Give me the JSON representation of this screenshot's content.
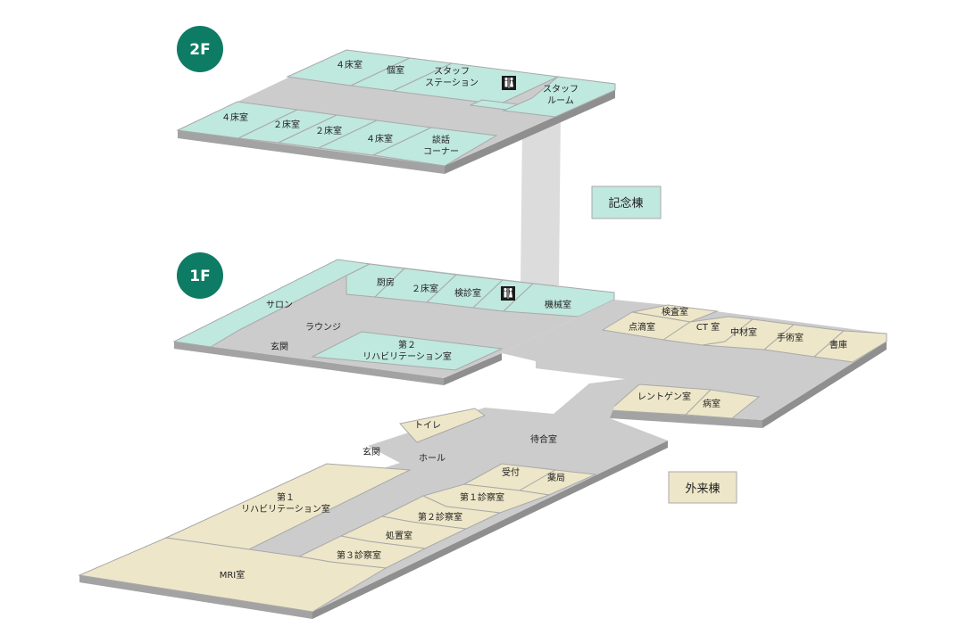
{
  "colors": {
    "memorial_room": "#bfe8de",
    "outpatient_room": "#ede6c8",
    "corridor": "#cccccc",
    "slab_side": "#9e9e9e",
    "slab_edge": "#b8b8b8",
    "room_border": "#a9a9a9",
    "bridge": "#dcdcdc",
    "badge": "#0e7b64"
  },
  "floors": {
    "f2": {
      "label": "2F"
    },
    "f1": {
      "label": "1F"
    }
  },
  "legend": {
    "memorial": "記念棟",
    "outpatient": "外来棟"
  },
  "rooms_2f": {
    "bed4_a": "４床室",
    "private": "個室",
    "staff_station": [
      "スタッフ",
      "ステーション"
    ],
    "staff_room": [
      "スタッフ",
      "ルーム"
    ],
    "bed4_b": "４床室",
    "bed2_a": "２床室",
    "bed2_b": "２床室",
    "bed4_c": "４床室",
    "talk_corner": [
      "談話",
      "コーナー"
    ]
  },
  "rooms_1f": {
    "salon": "サロン",
    "lounge": "ラウンジ",
    "entrance": "玄関",
    "kitchen": "厨房",
    "bed2": "２床室",
    "exam": "検診室",
    "machine": "機械室",
    "rehab2": [
      "第２",
      "リハビリテーション室"
    ]
  },
  "rooms_outpatient_east": {
    "inspection": "検査室",
    "drip": "点滴室",
    "ct": "CT 室",
    "supply": "中材室",
    "operating": "手術室",
    "library": "書庫",
    "xray": "レントゲン室",
    "ward": "病室"
  },
  "rooms_outpatient": {
    "toilet": "トイレ",
    "entrance": "玄関",
    "hall": "ホール",
    "waiting": "待合室",
    "reception": "受付",
    "pharmacy": "薬局",
    "clinic1": "第１診察室",
    "clinic2": "第２診察室",
    "treatment": "処置室",
    "clinic3": "第３診察室",
    "rehab1": [
      "第１",
      "リハビリテーション室"
    ],
    "mri": "MRI室"
  },
  "icons": {
    "elevator_2f": "restroom-icon",
    "elevator_1f": "restroom-icon"
  }
}
